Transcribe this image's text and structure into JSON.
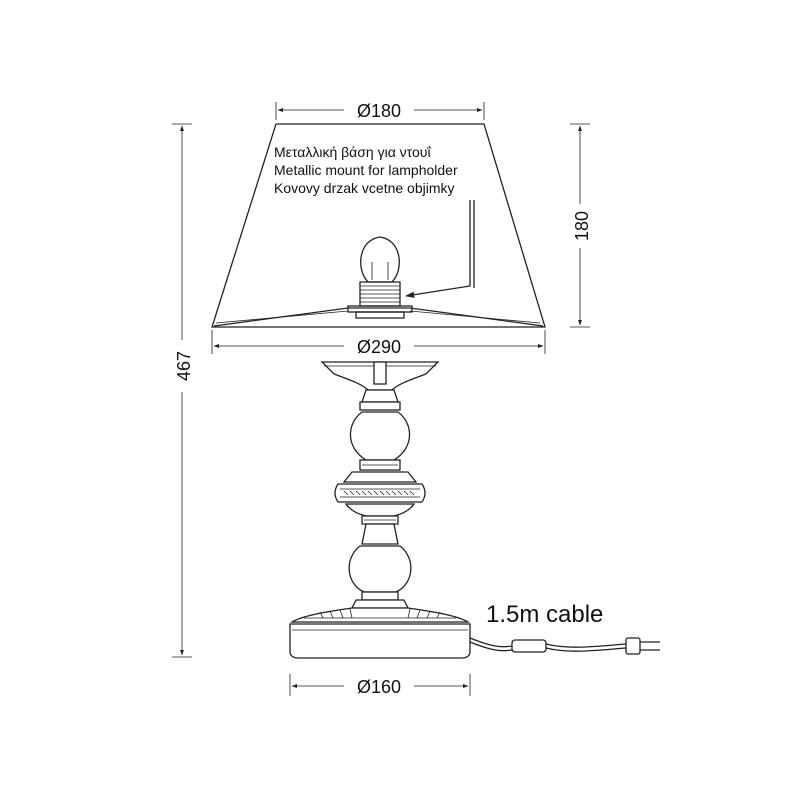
{
  "dimensions": {
    "shade_top_diameter": "Ø180",
    "shade_bottom_diameter": "Ø290",
    "shade_height": "180",
    "total_height": "467",
    "base_diameter": "Ø160"
  },
  "callout": {
    "line_greek": "Μεταλλική βάση για ντουΐ",
    "line_english": "Metallic mount for lampholder",
    "line_czech": "Kovovy drzak vcetne objimky"
  },
  "cable_label": "1.5m cable",
  "colors": {
    "line": "#222222",
    "background": "#ffffff"
  }
}
